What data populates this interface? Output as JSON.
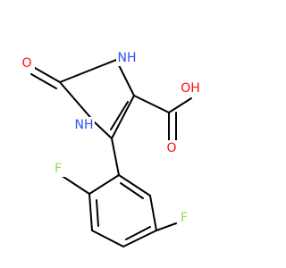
{
  "molecule": {
    "atoms": [
      {
        "id": "o-keto",
        "text": "O",
        "color": "#ff0d0d"
      },
      {
        "id": "nh-top",
        "text": "NH",
        "color": "#3050f8"
      },
      {
        "id": "nh-left",
        "text": "NH",
        "color": "#3050f8"
      },
      {
        "id": "oh",
        "text": "OH",
        "color": "#ff0d0d"
      },
      {
        "id": "o-acid",
        "text": "O",
        "color": "#ff0d0d"
      },
      {
        "id": "f-top",
        "text": "F",
        "color": "#90e050"
      },
      {
        "id": "f-right",
        "text": "F",
        "color": "#90e050"
      }
    ]
  }
}
